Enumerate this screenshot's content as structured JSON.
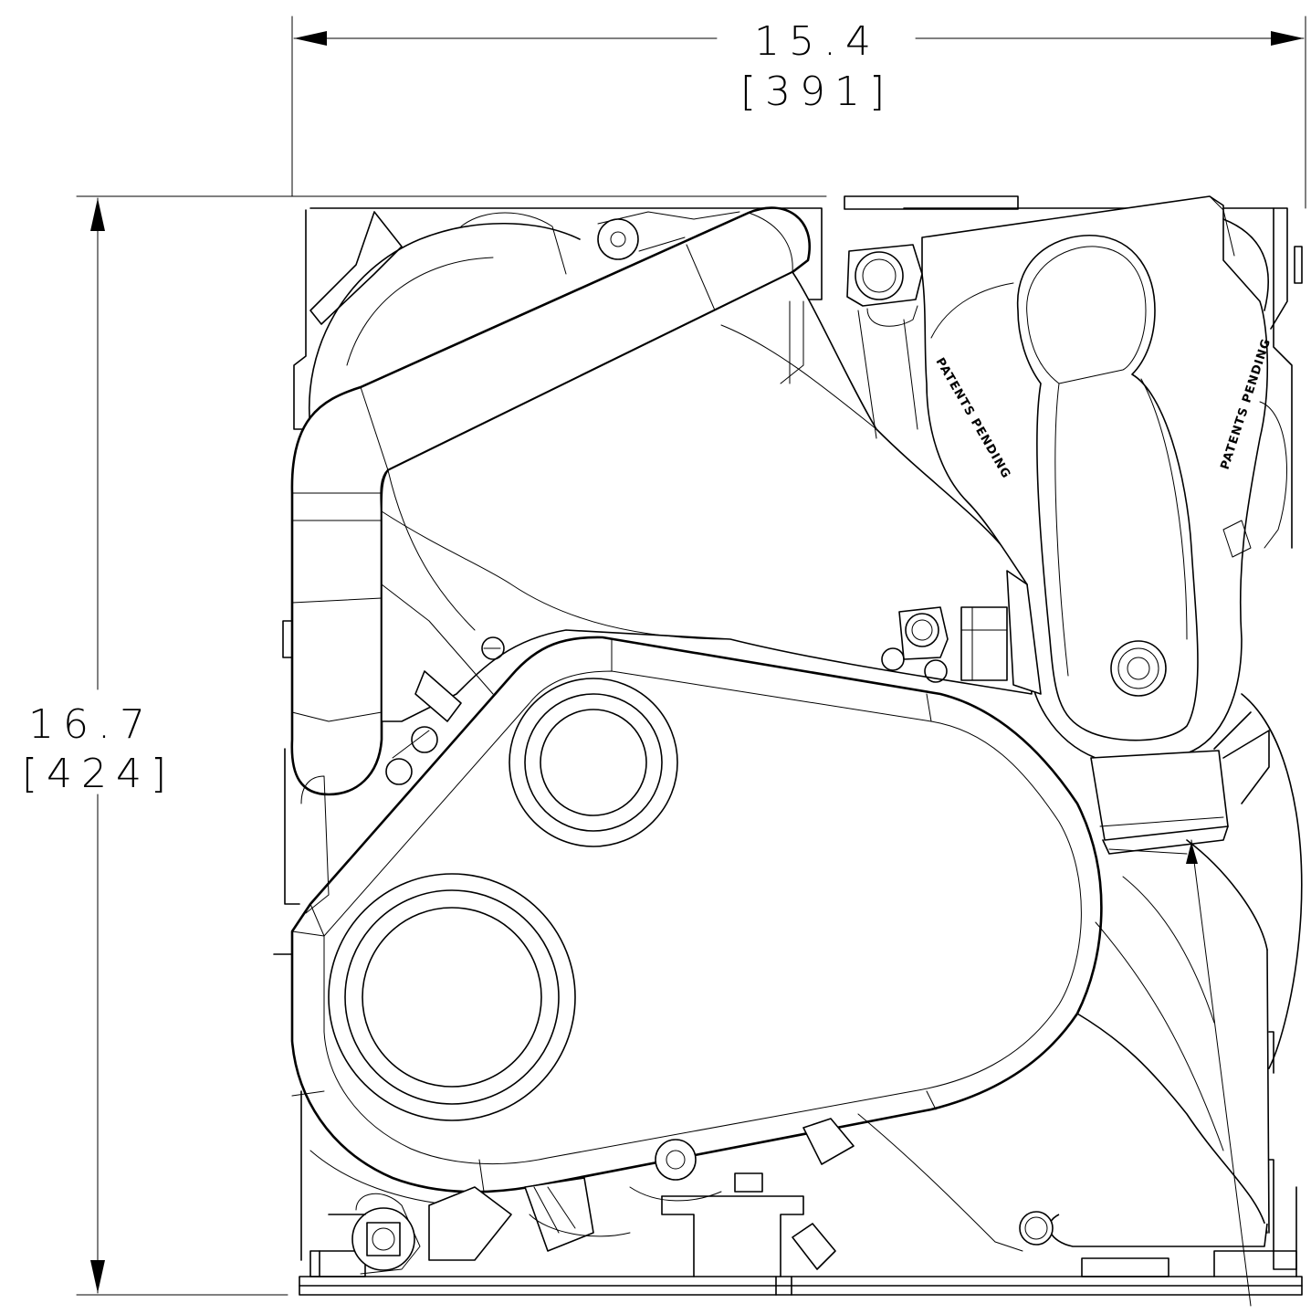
{
  "dimensions": {
    "width": {
      "inches": "15.4",
      "millimeters": "[391]"
    },
    "height": {
      "inches": "16.7",
      "millimeters": "[424]"
    }
  },
  "decals": {
    "label_a": "PATENTS PENDING",
    "label_b": "PATENTS PENDING"
  },
  "colors": {
    "line": "#000000",
    "background": "#ffffff"
  }
}
